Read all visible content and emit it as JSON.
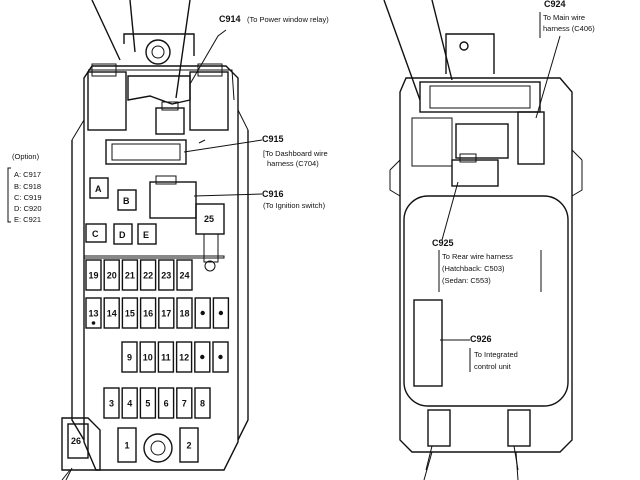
{
  "labels": {
    "c914": "C914",
    "c914_desc": "(To Power window relay)",
    "c915": "C915",
    "c915_desc1": "[To Dashboard wire",
    "c915_desc2": "harness (C704)",
    "c916": "C916",
    "c916_desc": "(To Ignition switch)",
    "option": "(Option)",
    "opt_a": "A: C917",
    "opt_b": "B: C918",
    "opt_c": "C: C919",
    "opt_d": "D: C920",
    "opt_e": "E: C921",
    "c924": "C924",
    "c924_desc1": "To Main wire",
    "c924_desc2": "harness (C406)",
    "c925": "C925",
    "c925_desc1": "To Rear wire harness",
    "c925_desc2": "(Hatchback: C503)",
    "c925_desc3": "(Sedan: C553)",
    "c926": "C926",
    "c926_desc1": "To Integrated",
    "c926_desc2": "control unit"
  },
  "connector_letters": [
    "A",
    "B",
    "C",
    "D",
    "E"
  ],
  "fuses": {
    "f25": "25",
    "f26": "26",
    "row1": [
      "19",
      "20",
      "21",
      "22",
      "23",
      "24"
    ],
    "row2": [
      "13",
      "14",
      "15",
      "16",
      "17",
      "18"
    ],
    "row3": [
      "9",
      "10",
      "11",
      "12"
    ],
    "row4": [
      "3",
      "4",
      "5",
      "6",
      "7",
      "8"
    ],
    "row5": [
      "1",
      "2"
    ]
  }
}
